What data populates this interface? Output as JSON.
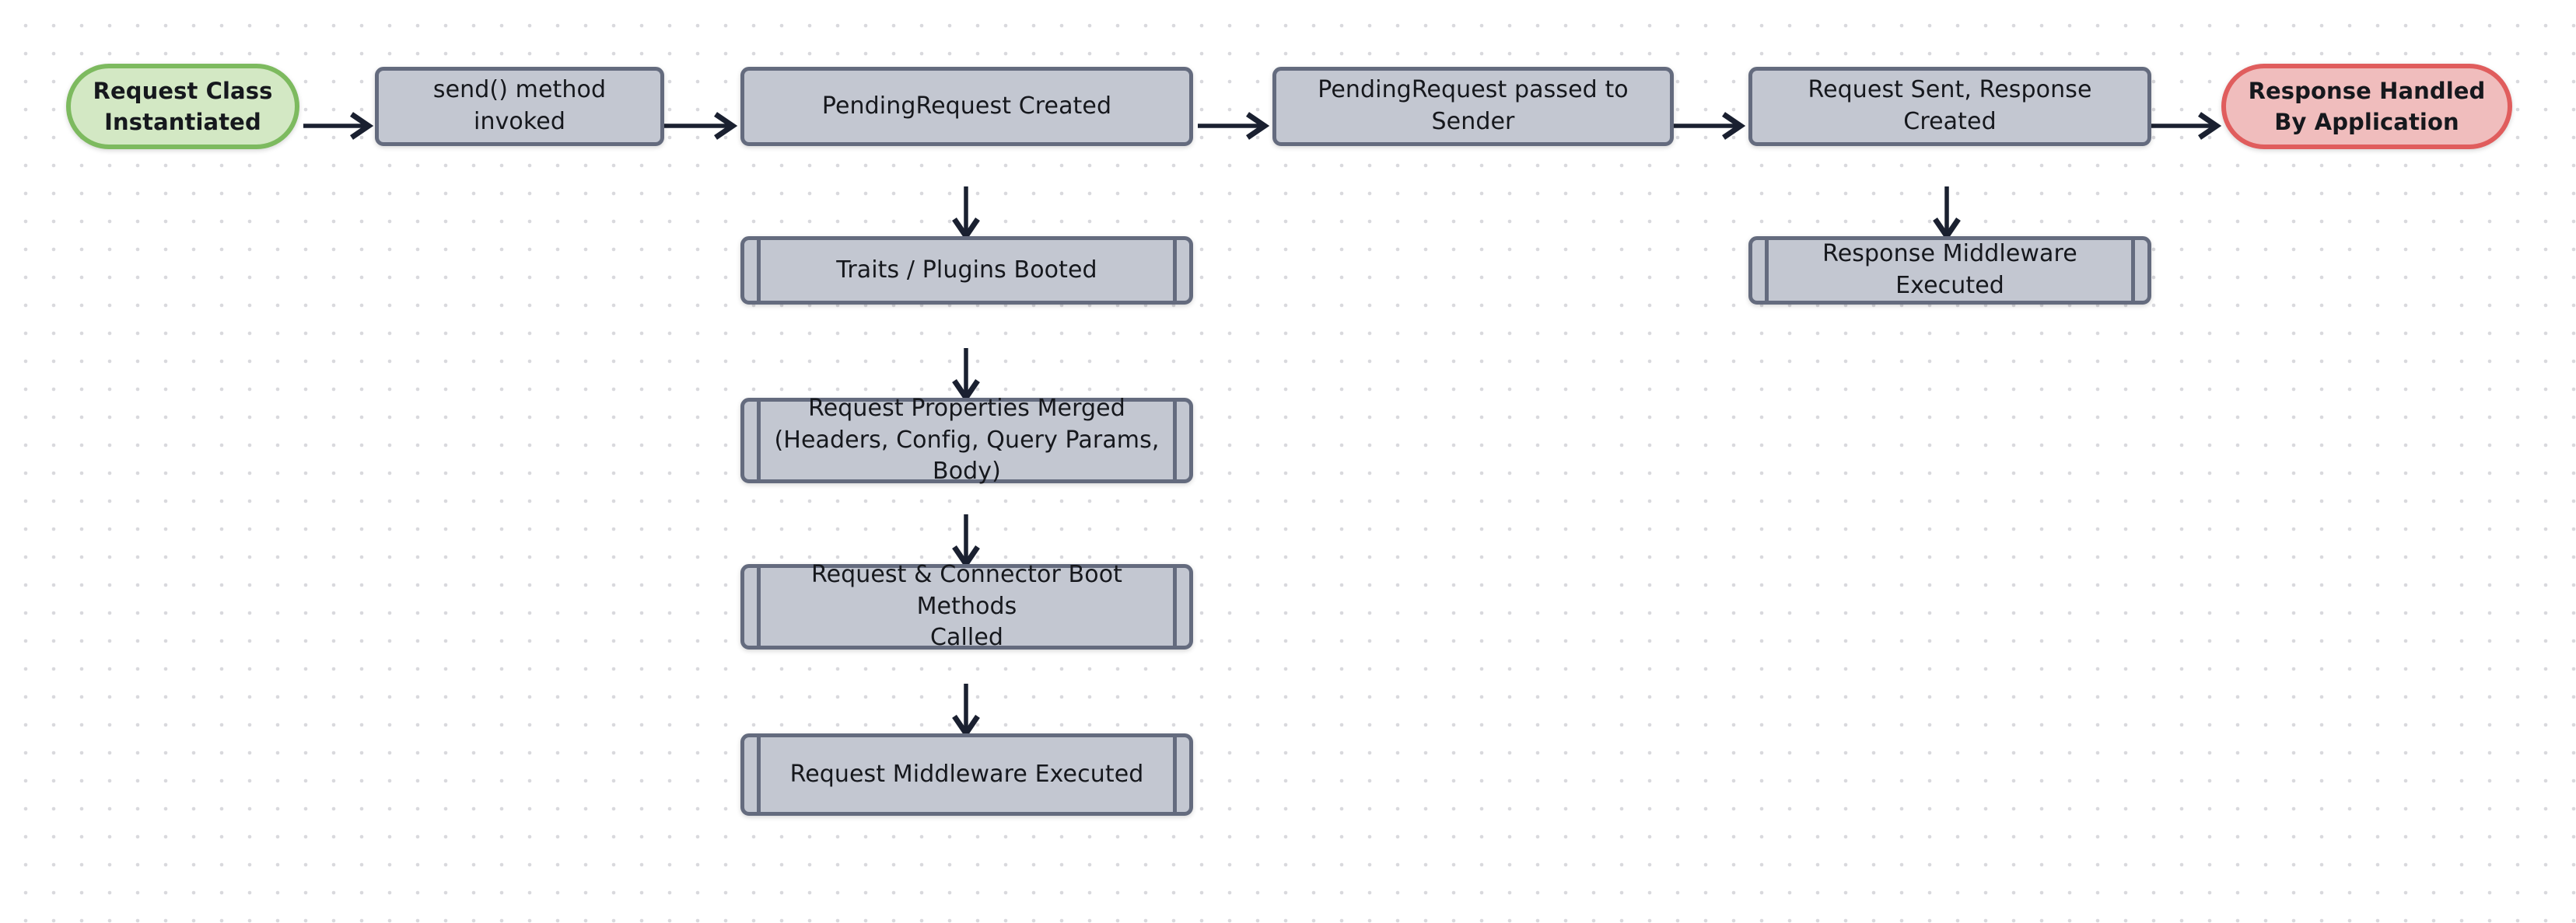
{
  "diagram": {
    "title": "Saloon Request Lifecycle Flowchart",
    "background": "#ffffff",
    "grid_dot_color": "#d9d9dd",
    "colors": {
      "process_fill": "#c3c7d1",
      "process_stroke": "#646b7e",
      "start_fill": "#d3e8c4",
      "start_stroke": "#7dba5f",
      "end_fill": "#f0bdbd",
      "end_stroke": "#e05d5d",
      "edge_stroke": "#1a2030",
      "text": "#16181d"
    }
  },
  "nodes": {
    "start": {
      "label": "Request Class\nInstantiated",
      "shape": "stadium"
    },
    "send_invoked": {
      "label": "send() method invoked",
      "shape": "rect"
    },
    "pending_created": {
      "label": "PendingRequest Created",
      "shape": "rect"
    },
    "pending_to_sender": {
      "label": "PendingRequest passed to Sender",
      "shape": "rect"
    },
    "request_sent": {
      "label": "Request Sent, Response Created",
      "shape": "rect"
    },
    "end": {
      "label": "Response Handled\nBy Application",
      "shape": "stadium"
    },
    "traits_booted": {
      "label": "Traits / Plugins Booted",
      "shape": "subroutine"
    },
    "props_merged": {
      "label": "Request Properties Merged\n(Headers, Config, Query Params, Body)",
      "shape": "subroutine"
    },
    "boot_methods": {
      "label": "Request & Connector Boot Methods\nCalled",
      "shape": "subroutine"
    },
    "request_middleware": {
      "label": "Request Middleware Executed",
      "shape": "subroutine"
    },
    "response_middleware": {
      "label": "Response Middleware Executed",
      "shape": "subroutine"
    }
  },
  "edges": [
    {
      "from": "start",
      "to": "send_invoked",
      "direction": "right"
    },
    {
      "from": "send_invoked",
      "to": "pending_created",
      "direction": "right"
    },
    {
      "from": "pending_created",
      "to": "pending_to_sender",
      "direction": "right"
    },
    {
      "from": "pending_to_sender",
      "to": "request_sent",
      "direction": "right"
    },
    {
      "from": "request_sent",
      "to": "end",
      "direction": "right"
    },
    {
      "from": "pending_created",
      "to": "traits_booted",
      "direction": "down"
    },
    {
      "from": "traits_booted",
      "to": "props_merged",
      "direction": "down"
    },
    {
      "from": "props_merged",
      "to": "boot_methods",
      "direction": "down"
    },
    {
      "from": "boot_methods",
      "to": "request_middleware",
      "direction": "down"
    },
    {
      "from": "request_sent",
      "to": "response_middleware",
      "direction": "down"
    }
  ]
}
